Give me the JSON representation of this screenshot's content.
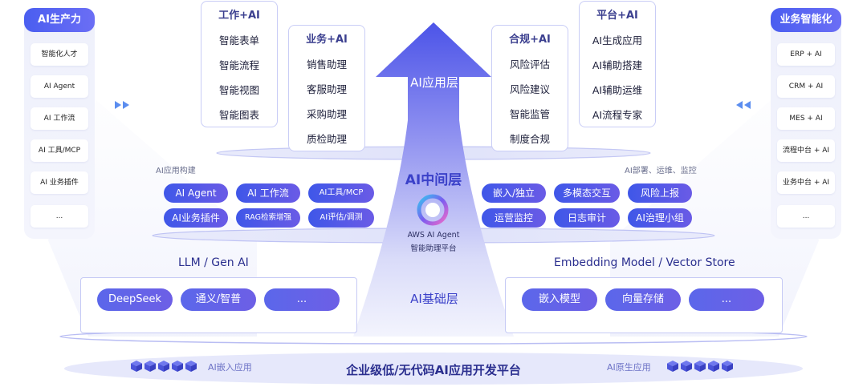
{
  "left_panel": {
    "title": "AI生产力",
    "items": [
      "智能化人才",
      "AI Agent",
      "AI 工作流",
      "AI 工具/MCP",
      "AI 业务插件",
      "..."
    ]
  },
  "right_panel": {
    "title": "业务智能化",
    "items": [
      "ERP + AI",
      "CRM + AI",
      "MES + AI",
      "流程中台 + AI",
      "业务中台 + AI",
      "..."
    ]
  },
  "cards": [
    {
      "title": "工作+AI",
      "items": [
        "智能表单",
        "智能流程",
        "智能视图",
        "智能图表"
      ]
    },
    {
      "title": "业务+AI",
      "items": [
        "销售助理",
        "客服助理",
        "采购助理",
        "质检助理"
      ]
    },
    {
      "title": "合规+AI",
      "items": [
        "风险评估",
        "风险建议",
        "智能监管",
        "制度合规"
      ]
    },
    {
      "title": "平台+AI",
      "items": [
        "AI生成应用",
        "AI辅助搭建",
        "AI辅助运维",
        "AI流程专家"
      ]
    }
  ],
  "layers": {
    "app": "AI应用层",
    "middle": "AI中间层",
    "base": "AI基础层"
  },
  "center_logo": {
    "line1": "AWS AI Agent",
    "line2": "智能助理平台"
  },
  "build_label": "AI应用构建",
  "deploy_label": "AI部署、运维、监控",
  "build_pills": [
    "AI Agent",
    "AI 工作流",
    "AI工具/MCP",
    "AI业务插件",
    "RAG检索增强",
    "AI评估/调测"
  ],
  "deploy_pills": [
    "嵌入/独立",
    "多模态交互",
    "风险上报",
    "运营监控",
    "日志审计",
    "AI治理小组"
  ],
  "llm": {
    "title": "LLM / Gen AI",
    "models": [
      "DeepSeek",
      "通义/智普",
      "..."
    ]
  },
  "embedding": {
    "title": "Embedding Model / Vector Store",
    "models": [
      "嵌入模型",
      "向量存储",
      "..."
    ]
  },
  "platform": {
    "title": "企业级低/无代码AI应用开发平台",
    "left_label": "AI嵌入应用",
    "right_label": "AI原生应用"
  },
  "colors": {
    "primary": "#4a5ef0",
    "accent": "#6a5be6",
    "panel_bg": "#eef0fb",
    "card_border": "#c9cdf6"
  }
}
